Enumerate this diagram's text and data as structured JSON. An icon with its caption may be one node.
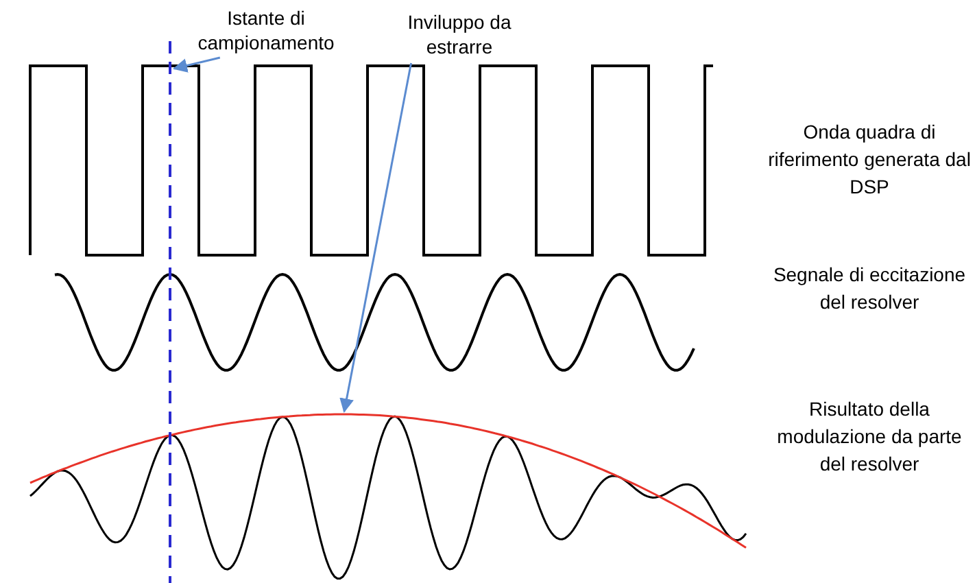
{
  "diagram": {
    "nodes": [
      {
        "text": [
          "Istante di campionamento"
        ]
      },
      {
        "text": [
          "Inviluppo da estrarre"
        ]
      }
    ],
    "edges": [
      {
        "from": 0,
        "to": null,
        "arrow": "to"
      },
      {
        "from": 1,
        "to": null,
        "arrow": "to"
      }
    ],
    "labels": [
      "Onda quadra di riferimento generata dal DSP",
      "Segnale di eccitazione del resolver",
      "Risultato della modulazione da parte del resolver"
    ]
  }
}
